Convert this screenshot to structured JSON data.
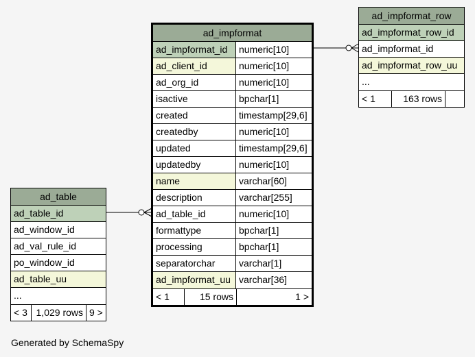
{
  "main_table": {
    "name": "ad_impformat",
    "columns": [
      {
        "name": "ad_impformat_id",
        "type": "numeric[10]",
        "kind": "pk"
      },
      {
        "name": "ad_client_id",
        "type": "numeric[10]",
        "kind": "idx"
      },
      {
        "name": "ad_org_id",
        "type": "numeric[10]",
        "kind": ""
      },
      {
        "name": "isactive",
        "type": "bpchar[1]",
        "kind": ""
      },
      {
        "name": "created",
        "type": "timestamp[29,6]",
        "kind": ""
      },
      {
        "name": "createdby",
        "type": "numeric[10]",
        "kind": ""
      },
      {
        "name": "updated",
        "type": "timestamp[29,6]",
        "kind": ""
      },
      {
        "name": "updatedby",
        "type": "numeric[10]",
        "kind": ""
      },
      {
        "name": "name",
        "type": "varchar[60]",
        "kind": "idx"
      },
      {
        "name": "description",
        "type": "varchar[255]",
        "kind": ""
      },
      {
        "name": "ad_table_id",
        "type": "numeric[10]",
        "kind": ""
      },
      {
        "name": "formattype",
        "type": "bpchar[1]",
        "kind": ""
      },
      {
        "name": "processing",
        "type": "bpchar[1]",
        "kind": ""
      },
      {
        "name": "separatorchar",
        "type": "varchar[1]",
        "kind": ""
      },
      {
        "name": "ad_impformat_uu",
        "type": "varchar[36]",
        "kind": "idx"
      }
    ],
    "footer": {
      "parents": "< 1",
      "rows": "15 rows",
      "children": "1 >"
    }
  },
  "row_table": {
    "name": "ad_impformat_row",
    "columns": [
      {
        "name": "ad_impformat_row_id",
        "kind": "pk"
      },
      {
        "name": "ad_impformat_id",
        "kind": ""
      },
      {
        "name": "ad_impformat_row_uu",
        "kind": "idx"
      },
      {
        "name": "...",
        "kind": ""
      }
    ],
    "footer": {
      "parents": "< 1",
      "rows": "163 rows",
      "children": ""
    }
  },
  "ad_table": {
    "name": "ad_table",
    "columns": [
      {
        "name": "ad_table_id",
        "kind": "pk"
      },
      {
        "name": "ad_window_id",
        "kind": ""
      },
      {
        "name": "ad_val_rule_id",
        "kind": ""
      },
      {
        "name": "po_window_id",
        "kind": ""
      },
      {
        "name": "ad_table_uu",
        "kind": "idx"
      },
      {
        "name": "...",
        "kind": ""
      }
    ],
    "footer": {
      "parents": "< 3",
      "rows": "1,029 rows",
      "children": "9 >"
    }
  },
  "footer_text": "Generated by SchemaSpy"
}
